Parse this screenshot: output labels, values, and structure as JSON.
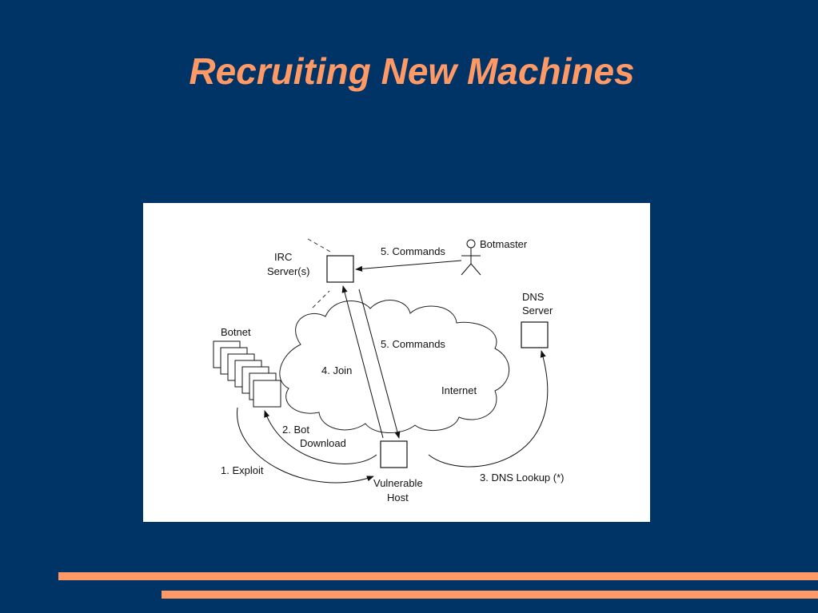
{
  "slide": {
    "title": "Recruiting New Machines"
  },
  "diagram": {
    "nodes": {
      "irc_server": "IRC Server(s)",
      "irc_server_lines": [
        "IRC",
        "Server(s)"
      ],
      "botmaster": "Botmaster",
      "dns_server_lines": [
        "DNS",
        "Server"
      ],
      "botnet": "Botnet",
      "internet": "Internet",
      "vulnerable_host_lines": [
        "Vulnerable",
        "Host"
      ]
    },
    "edges": {
      "commands_botmaster": "5. Commands",
      "commands_internet": "5. Commands",
      "join": "4. Join",
      "bot_download_lines": [
        "2. Bot",
        "Download"
      ],
      "exploit": "1. Exploit",
      "dns_lookup": "3. DNS Lookup (*)"
    }
  },
  "colors": {
    "background": "#003366",
    "title": "#ff9966",
    "accent_bars": "#ff9966",
    "panel": "#ffffff"
  }
}
